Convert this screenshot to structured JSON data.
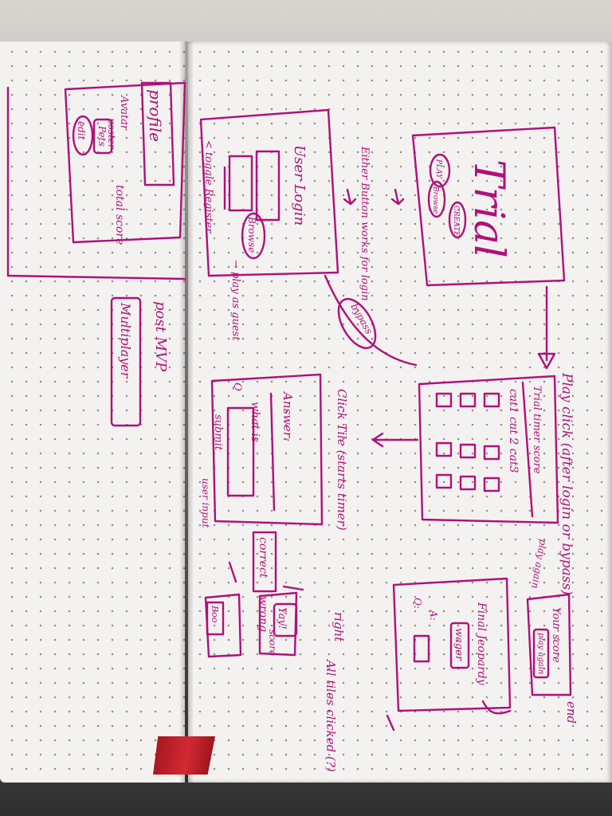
{
  "notes": {
    "profile_title": "profile",
    "avatar": "Avatar",
    "poster": "poster",
    "pets": "Pets",
    "total_score": "total score",
    "edit": "edit",
    "post_mvp": "post MVP",
    "multiplayer": "Multiplayer",
    "user_login": "User Login",
    "browse": "Browse",
    "toggle_register": "< toggle Register",
    "play_as_guest": "→ play as guest",
    "either_button": "Either Button works for login",
    "trial_title": "Trial",
    "play_btn": "PLAY",
    "create_btn": "CREATE",
    "browse_small": "Browse",
    "bypass": "bypass",
    "play_click": "Play click (after login or bypass)",
    "trial_timer_score": "Trial timer score",
    "cat1_cat2_cat3": "cat1 cat 2 cat3",
    "click_tile": "Click Tile (starts timer)",
    "answer": "Answer:",
    "what_is": "what is",
    "q_label": "Q",
    "submit": "submit",
    "user_input": "user input",
    "correct": "correct",
    "wrong": "wrong",
    "yay": "Yay!",
    "boo": "Boo",
    "score": "score",
    "right": "right",
    "all_tiles_clicked": "All tiles clicked (?)",
    "final_jeopardy": "Final Jeopardy",
    "wager": "wager",
    "a_label": "A:",
    "q_label2": "Q:",
    "play_again": "play again",
    "your_score": "Your score",
    "play_again_box": "play again",
    "end": "end"
  }
}
